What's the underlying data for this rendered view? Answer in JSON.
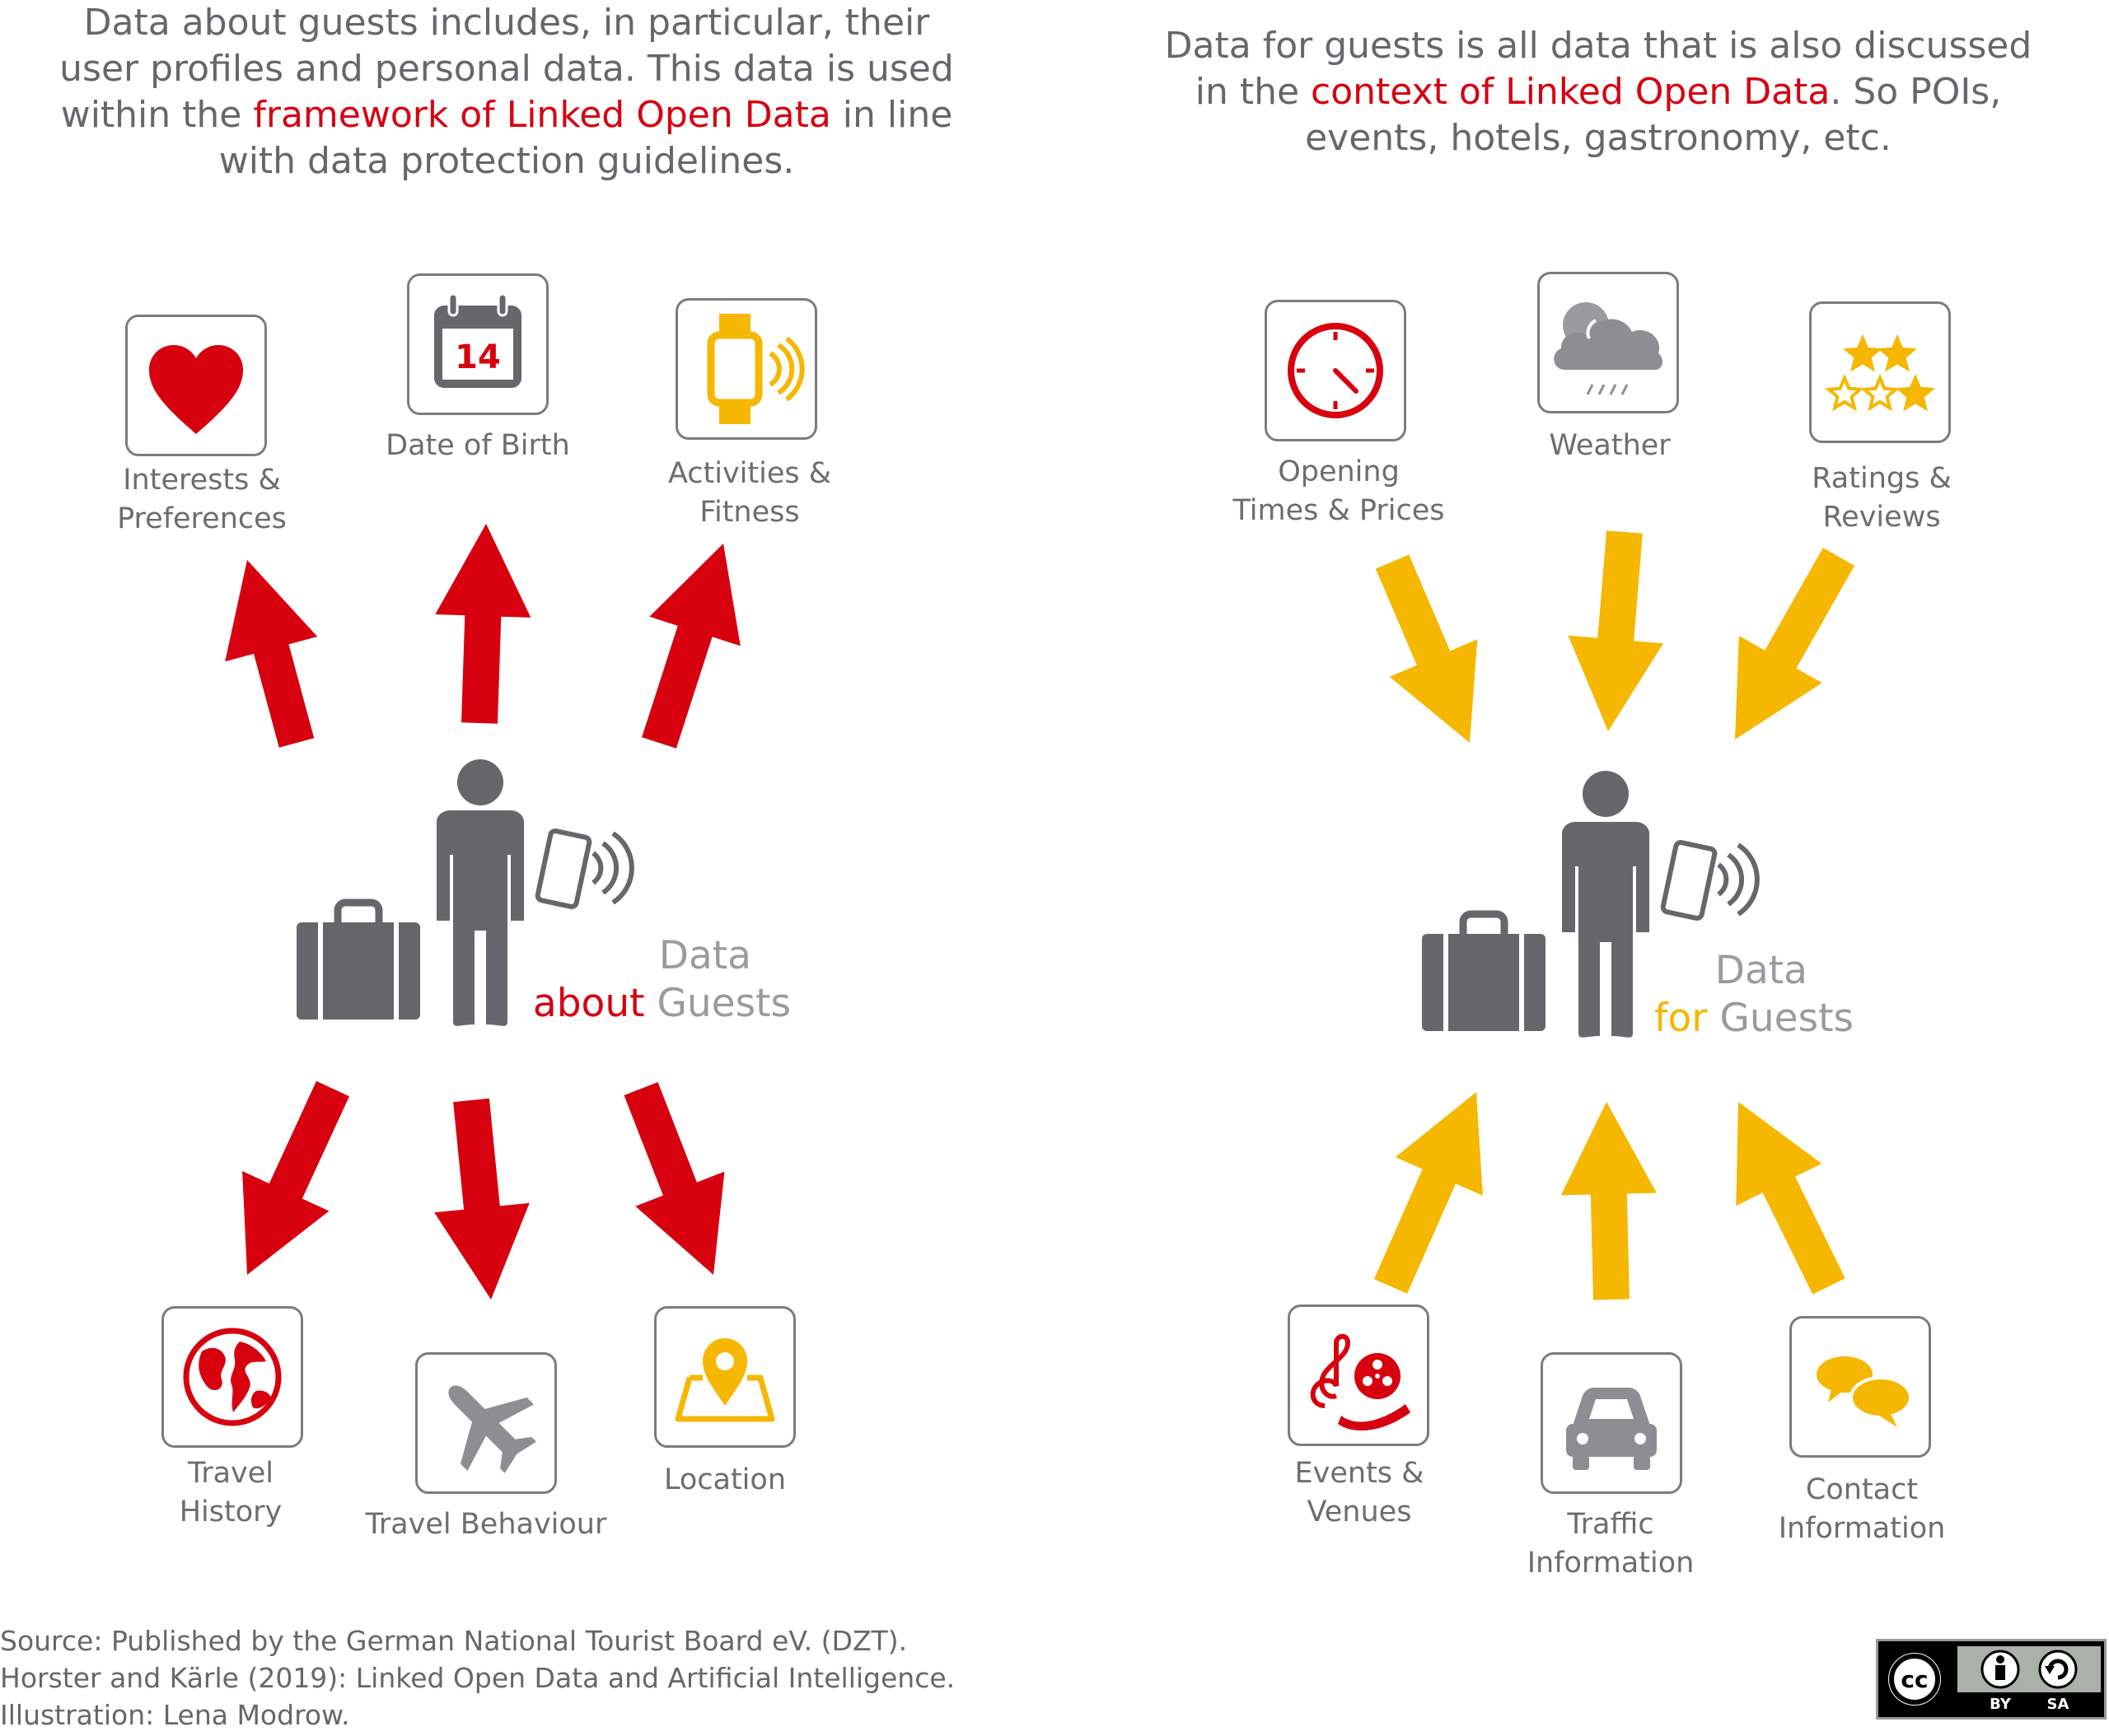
{
  "left": {
    "heading": {
      "part1": "Data about guests includes, in particular, their user profiles and personal data. This data is used within the ",
      "highlight": "framework of Linked Open Data",
      "part2": " in line with data protection guidelines."
    },
    "center": {
      "line1": "Data",
      "accent": "about",
      "rest": " Guests"
    },
    "items": [
      {
        "label": "Interests &\nPreferences",
        "icon": "heart-icon"
      },
      {
        "label": "Date of Birth",
        "icon": "calendar-icon",
        "day": "14"
      },
      {
        "label": "Activities &\nFitness",
        "icon": "smartwatch-icon"
      },
      {
        "label": "Travel\nHistory",
        "icon": "globe-icon"
      },
      {
        "label": "Travel Behaviour",
        "icon": "airplane-icon"
      },
      {
        "label": "Location",
        "icon": "map-pin-icon"
      }
    ]
  },
  "right": {
    "heading": {
      "part1": "Data for guests is all data that is also discussed in the ",
      "highlight": "context of Linked Open Data",
      "part2": ". So POIs, events, hotels, gastronomy, etc."
    },
    "center": {
      "line1": "Data",
      "accent": "for",
      "rest": " Guests"
    },
    "items": [
      {
        "label": "Opening\nTimes & Prices",
        "icon": "clock-icon"
      },
      {
        "label": "Weather",
        "icon": "cloud-icon"
      },
      {
        "label": "Ratings &\nReviews",
        "icon": "stars-icon"
      },
      {
        "label": "Events &\nVenues",
        "icon": "music-film-icon"
      },
      {
        "label": "Traffic\nInformation",
        "icon": "car-icon"
      },
      {
        "label": "Contact\nInformation",
        "icon": "chat-bubbles-icon"
      }
    ]
  },
  "source": {
    "line1": "Source: Published by the German National Tourist Board eV. (DZT).",
    "line2": "Horster and Kärle (2019): Linked Open Data and Artificial Intelligence.",
    "line3": "Illustration: Lena Modrow."
  },
  "license": {
    "icon": "cc-by-sa-icon",
    "by": "BY",
    "sa": "SA"
  },
  "colors": {
    "red": "#d6000f",
    "yellow": "#f5b700",
    "gray": "#67666a",
    "lightgray": "#9b9a9e"
  }
}
